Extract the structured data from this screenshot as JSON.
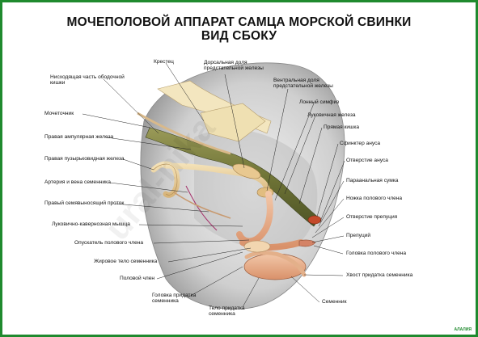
{
  "title": {
    "line1": "МОЧЕПОЛОВОЙ АППАРАТ САМЦА МОРСКОЙ СВИНКИ",
    "line2": "ВИД СБОКУ"
  },
  "labels": {
    "krestec": "Крестец",
    "dorsal": "Дорсальная доля\nпредстательной железы",
    "ventral": "Вентральная доля\nпредстательной железы",
    "lonny": "Лонный симфиз",
    "lukovichnaya": "Луковичная железа",
    "pryamaya": "Прямая кишка",
    "sfinkter": "Сфинктер ануса",
    "otverstie_anusa": "Отверстие ануса",
    "paraanal": "Параанальная сумка",
    "nozhka": "Ножка полового члена",
    "otverstie_preputsiya": "Отверстие препуция",
    "preputsiy": "Препуций",
    "golovka_chlena": "Головка полового члена",
    "khvost": "Хвост придатка семенника",
    "semennik": "Семенник",
    "telo_pridatka": "Тело придатка\nсеменника",
    "golovka_pridatka": "Головка придатка\nсеменника",
    "polovoy_chlen": "Половой член",
    "zhirovoe_telo": "Жировое тело семенника",
    "opuskatel": "Опускатель полового члена",
    "lukovichno_kav": "Луковично-кавернозная мышца",
    "semyavynosyashchiy": "Правый семявыносящий проток",
    "arteriya": "Артерия и вена семенника",
    "puzyrkovidnaya": "Правая пузырьковидная железа",
    "ampulyarnaya": "Правая ампулярная железа",
    "mochetochnik": "Мочеточник",
    "nishodyashchaya": "Нисходящая часть ободочной\nкишки"
  },
  "watermark": "ural-nika",
  "brand": "АЛАЛИЯ"
}
